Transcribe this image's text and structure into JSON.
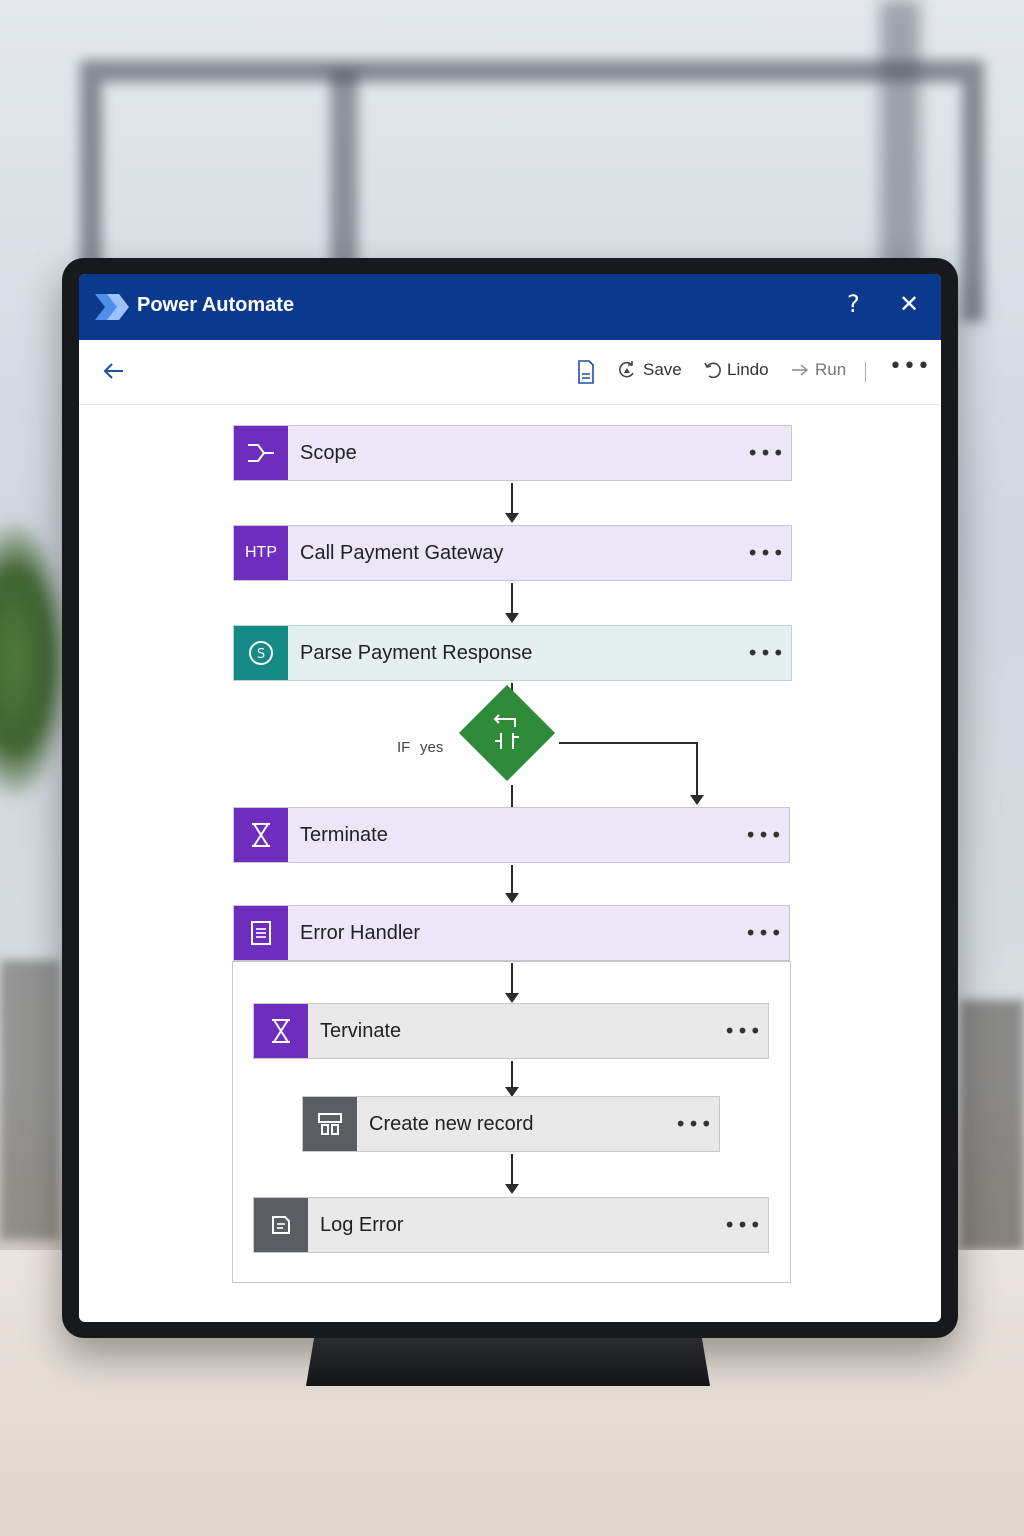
{
  "window": {
    "title": "Power Automate"
  },
  "toolbar": {
    "save_label": "Save",
    "undo_label": "Lindo",
    "run_label": "Run"
  },
  "flow": {
    "steps": [
      {
        "label": "Scope",
        "icon": "scope-icon"
      },
      {
        "label": "Call Payment Gateway",
        "icon_text": "HTP"
      },
      {
        "label": "Parse Payment Response",
        "icon": "parse-icon"
      },
      {
        "label": "Terminate",
        "icon": "hourglass-icon"
      },
      {
        "label": "Error Handler",
        "icon": "document-icon"
      }
    ],
    "condition": {
      "if_label": "IF",
      "yes_label": "yes"
    },
    "error_handler_steps": [
      {
        "label": "Tervinate",
        "icon": "hourglass-icon"
      },
      {
        "label": "Create new record",
        "icon": "create-record-icon"
      },
      {
        "label": "Log Error",
        "icon": "log-icon"
      }
    ]
  },
  "colors": {
    "titlebar": "#0b3a8c",
    "action_purple": "#6f2dbd",
    "action_teal": "#138a86",
    "condition_green": "#2f8a3a",
    "action_grey": "#5a5e62"
  }
}
